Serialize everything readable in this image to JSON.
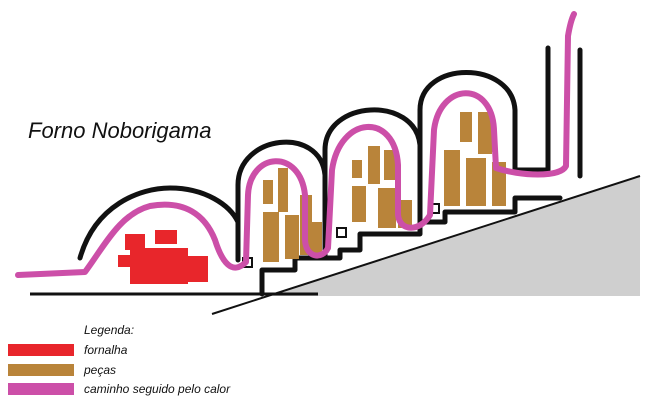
{
  "diagram": {
    "title": "Forno Noborigama",
    "colors": {
      "fornalha": "#e8262b",
      "pecas": "#b9843a",
      "calor": "#cc4fa8",
      "outline": "#111111",
      "ground": "#cfcfcf"
    }
  },
  "legend": {
    "title": "Legenda:",
    "items": [
      {
        "label": "fornalha",
        "color": "#e8262b",
        "icon": "red-swatch"
      },
      {
        "label": "peças",
        "color": "#b9843a",
        "icon": "brown-swatch"
      },
      {
        "label": "caminho seguido pelo calor",
        "color": "#cc4fa8",
        "icon": "pink-swatch"
      }
    ]
  }
}
